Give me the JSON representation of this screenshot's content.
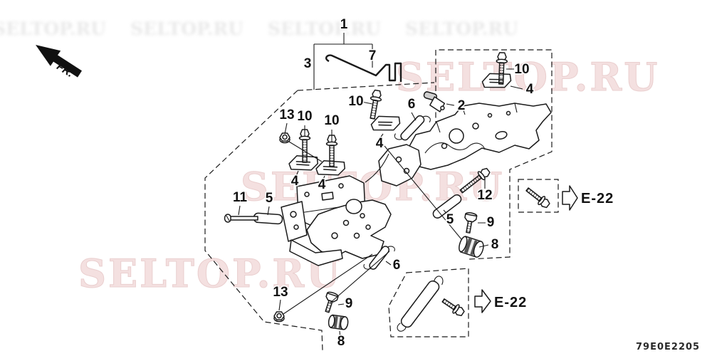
{
  "watermarks": {
    "text": "SELTOP.RU",
    "color": "#f4e0e0"
  },
  "direction_indicator": {
    "label": "FR."
  },
  "part_code": "79E0E2205",
  "reference_links": [
    {
      "label": "E-22"
    },
    {
      "label": "E-22"
    }
  ],
  "callouts": [
    {
      "num": "1"
    },
    {
      "num": "3"
    },
    {
      "num": "7"
    },
    {
      "num": "10"
    },
    {
      "num": "4"
    },
    {
      "num": "2"
    },
    {
      "num": "10"
    },
    {
      "num": "6"
    },
    {
      "num": "13"
    },
    {
      "num": "10"
    },
    {
      "num": "10"
    },
    {
      "num": "4"
    },
    {
      "num": "4"
    },
    {
      "num": "4"
    },
    {
      "num": "11"
    },
    {
      "num": "5"
    },
    {
      "num": "12"
    },
    {
      "num": "5"
    },
    {
      "num": "9"
    },
    {
      "num": "8"
    },
    {
      "num": "6"
    },
    {
      "num": "13"
    },
    {
      "num": "9"
    },
    {
      "num": "8"
    }
  ]
}
